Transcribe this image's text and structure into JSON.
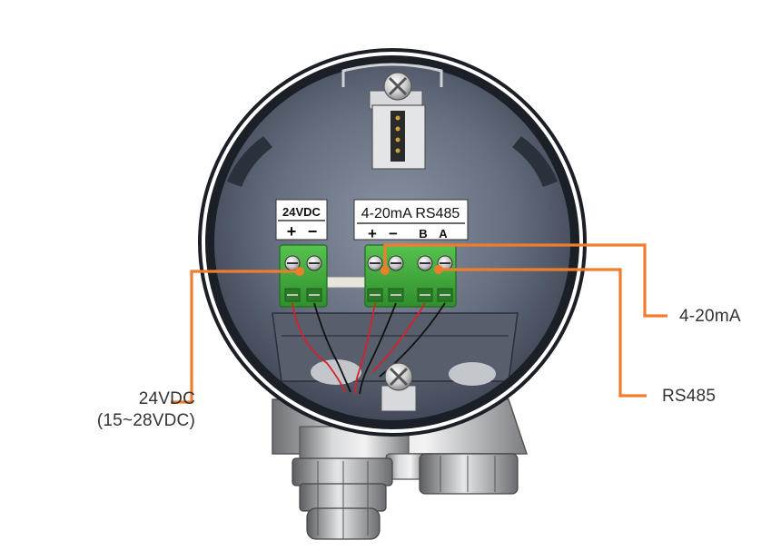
{
  "terminal_labels": {
    "power_title": "24VDC",
    "power_plus": "+",
    "power_minus": "−",
    "signal_title": "4-20mA RS485",
    "signal_plus": "+",
    "signal_minus": "−",
    "signal_b": "B",
    "signal_a": "A"
  },
  "callouts": {
    "power_line1": "24VDC",
    "power_line2": "(15~28VDC)",
    "current_loop": "4-20mA",
    "serial": "RS485"
  },
  "colors": {
    "leader": "#ef7d2e",
    "terminal_green": "#3fae3c",
    "housing_dark": "#1b1f26",
    "wire_red": "#d8202a",
    "wire_black": "#111111"
  }
}
